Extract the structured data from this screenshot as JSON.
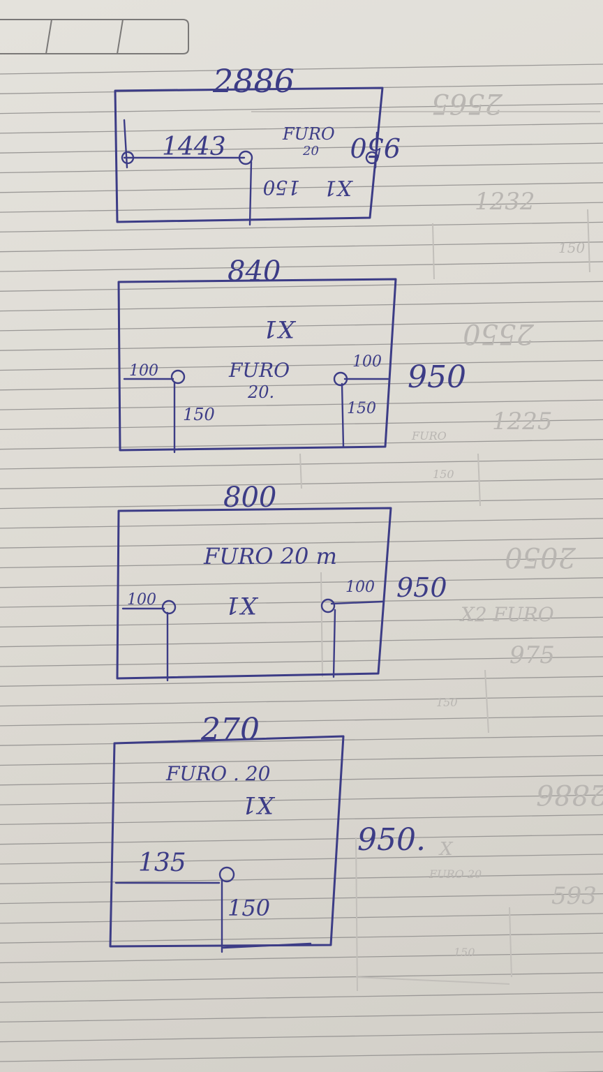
{
  "drawings": [
    {
      "id": "drawing-1",
      "width_label": "2886",
      "height_label": "950",
      "hole_label": "FURO",
      "hole_size": "20",
      "position_label": "1443",
      "depth_label": "150",
      "qty_label": "X1"
    },
    {
      "id": "drawing-2",
      "width_label": "840",
      "height_label": "950",
      "hole_label": "FURO",
      "hole_size": "20.",
      "left_offset": "100",
      "right_offset": "100",
      "left_depth": "150",
      "right_depth": "150",
      "qty_label": "X1"
    },
    {
      "id": "drawing-3",
      "width_label": "800",
      "height_label": "950",
      "hole_text": "FURO 20 m",
      "left_offset": "100",
      "right_offset": "100",
      "qty_label": "X1"
    },
    {
      "id": "drawing-4",
      "width_label": "270",
      "height_label": "950.",
      "hole_text": "FURO . 20",
      "qty_label": "X1",
      "position_label": "135",
      "depth_label": "150"
    }
  ],
  "ghost_text": [
    "2565",
    "1232",
    "150",
    "2550",
    "1225",
    "FURO",
    "150",
    "2050",
    "X2 FURO",
    "975",
    "150",
    "2886",
    "X",
    "FURO 20",
    "593",
    "150"
  ]
}
